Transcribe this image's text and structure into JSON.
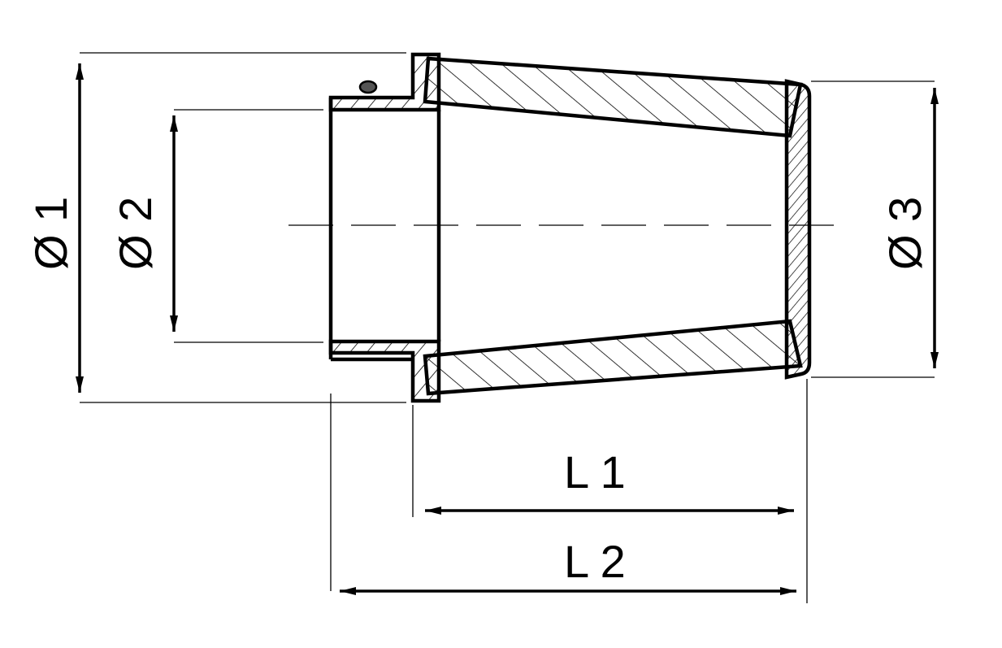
{
  "labels": {
    "d1": "Ø 1",
    "d2": "Ø 2",
    "d3": "Ø 3",
    "l1": "L 1",
    "l2": "L 2"
  },
  "colors": {
    "line": "#000000",
    "knob": "#555555",
    "background": "#ffffff"
  }
}
